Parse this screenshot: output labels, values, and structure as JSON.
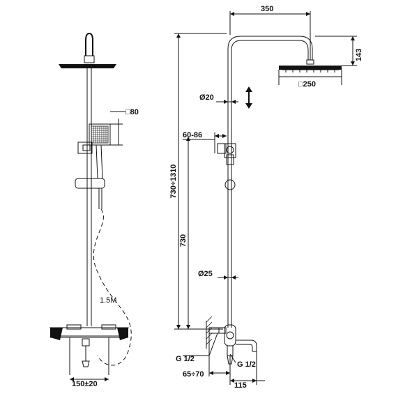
{
  "drawing": {
    "side_view": {
      "hand_shower_size": "□80",
      "hose_length": "1.5M",
      "inlet_spacing": "150±20"
    },
    "front_view": {
      "arm_length": "350",
      "head_height": "143",
      "head_size": "□250",
      "upper_pipe_diameter": "Ø20",
      "holder_offset": "60-86",
      "height_range": "730÷1310",
      "height_min": "730",
      "lower_pipe_diameter": "Ø25",
      "inlet_thread_left": "G 1/2",
      "inlet_thread_right": "G 1/2",
      "inlet_offset": "65÷70",
      "spout_length": "115"
    }
  }
}
